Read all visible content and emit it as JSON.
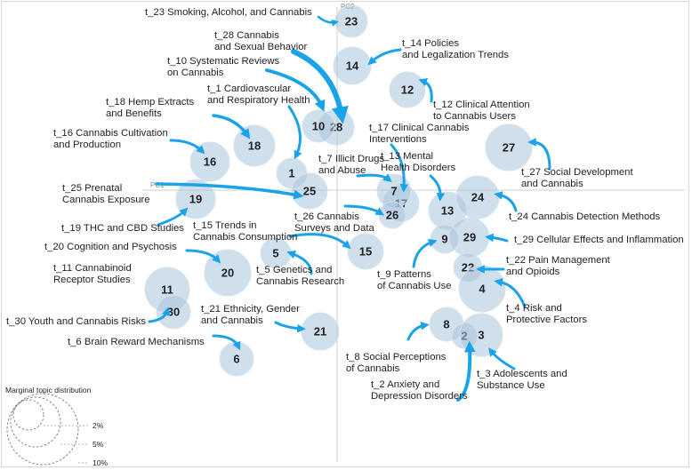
{
  "axes": {
    "pc1": "PC1",
    "pc2": "PC2"
  },
  "legend": {
    "title": "Marginal topic distribution",
    "items": [
      "2%",
      "5%",
      "10%"
    ]
  },
  "colors": {
    "bubble": "#a9c4dc",
    "arrow": "#1aa3e8"
  },
  "topics": [
    {
      "num": "23",
      "label": [
        "t_23 Smoking, Alcohol, and Cannabis"
      ]
    },
    {
      "num": "28",
      "label": [
        "t_28 Cannabis",
        "and Sexual Behavior"
      ]
    },
    {
      "num": "14",
      "label": [
        "t_14 Policies",
        "and Legalization Trends"
      ]
    },
    {
      "num": "10",
      "label": [
        "t_10 Systematic Reviews",
        "on Cannabis"
      ]
    },
    {
      "num": "12",
      "label": [
        "t_12 Clinical Attention",
        "to Cannabis Users"
      ]
    },
    {
      "num": "1",
      "label": [
        "t_1 Cardiovascular",
        "and Respiratory Health"
      ]
    },
    {
      "num": "18",
      "label": [
        "t_18 Hemp Extracts",
        "and Benefits"
      ]
    },
    {
      "num": "17",
      "label": [
        "t_17 Clinical Cannabis",
        "Interventions"
      ]
    },
    {
      "num": "16",
      "label": [
        "t_16 Cannabis Cultivation",
        "and Production"
      ]
    },
    {
      "num": "13",
      "label": [
        "t_13 Mental",
        "Health Disorders"
      ]
    },
    {
      "num": "7",
      "label": [
        "t_7 Illicit Drugs",
        "and Abuse"
      ]
    },
    {
      "num": "27",
      "label": [
        "t_27 Social Development",
        "and Cannabis"
      ]
    },
    {
      "num": "25",
      "label": [
        "t_25 Prenatal",
        "Cannabis Exposure"
      ]
    },
    {
      "num": "24",
      "label": [
        "t_24 Cannabis Detection Methods"
      ]
    },
    {
      "num": "26",
      "label": [
        "t_26 Cannabis",
        "Surveys and Data"
      ]
    },
    {
      "num": "19",
      "label": [
        "t_19 THC and CBD Studies"
      ]
    },
    {
      "num": "15",
      "label": [
        "t_15 Trends in",
        "Cannabis Consumption"
      ]
    },
    {
      "num": "29",
      "label": [
        "t_29 Cellular Effects and Inflammation"
      ]
    },
    {
      "num": "20",
      "label": [
        "t_20 Cognition and Psychosis"
      ]
    },
    {
      "num": "22",
      "label": [
        "t_22 Pain Management",
        "and Opioids"
      ]
    },
    {
      "num": "5",
      "label": [
        "t_5 Genetics and",
        "Cannabis Research"
      ]
    },
    {
      "num": "9",
      "label": [
        "t_9 Patterns",
        "of Cannabis Use"
      ]
    },
    {
      "num": "11",
      "label": [
        "t_11 Cannabinoid",
        "Receptor Studies"
      ]
    },
    {
      "num": "4",
      "label": [
        "t_4 Risk and",
        "Protective Factors"
      ]
    },
    {
      "num": "21",
      "label": [
        "t_21 Ethnicity, Gender",
        "and Cannabis"
      ]
    },
    {
      "num": "30",
      "label": [
        "t_30 Youth and Cannabis Risks"
      ]
    },
    {
      "num": "6",
      "label": [
        "t_6 Brain Reward Mechanisms"
      ]
    },
    {
      "num": "8",
      "label": [
        "t_8 Social Perceptions",
        "of Cannabis"
      ]
    },
    {
      "num": "2",
      "label": [
        "t_2 Anxiety and",
        "Depression Disorders"
      ]
    },
    {
      "num": "3",
      "label": [
        "t_3 Adolescents and",
        "Substance Use"
      ]
    }
  ]
}
